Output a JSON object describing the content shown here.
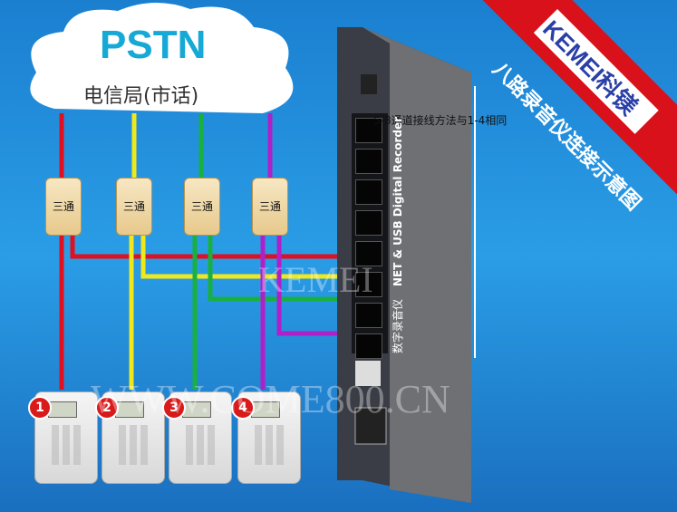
{
  "cloud": {
    "title": "PSTN",
    "subtitle": "电信局(市话)"
  },
  "banner": {
    "brand": "KEMEI科镁",
    "title": "八路录音仪连接示意图"
  },
  "note": "5-8通道接线方法与1-4相同",
  "splitter_label": "三通",
  "device": {
    "label_cn": "数字录音仪",
    "label_en": "NET & USB Digital Recorder"
  },
  "phones": [
    {
      "num": "1"
    },
    {
      "num": "2"
    },
    {
      "num": "3"
    },
    {
      "num": "4"
    }
  ],
  "watermarks": [
    "KEMEI",
    "WWW.COME800.CN"
  ],
  "colors": {
    "line1": "#e01020",
    "line2": "#f0e81a",
    "line3": "#18b040",
    "line4": "#b020c8",
    "banner": "#d8111a"
  }
}
